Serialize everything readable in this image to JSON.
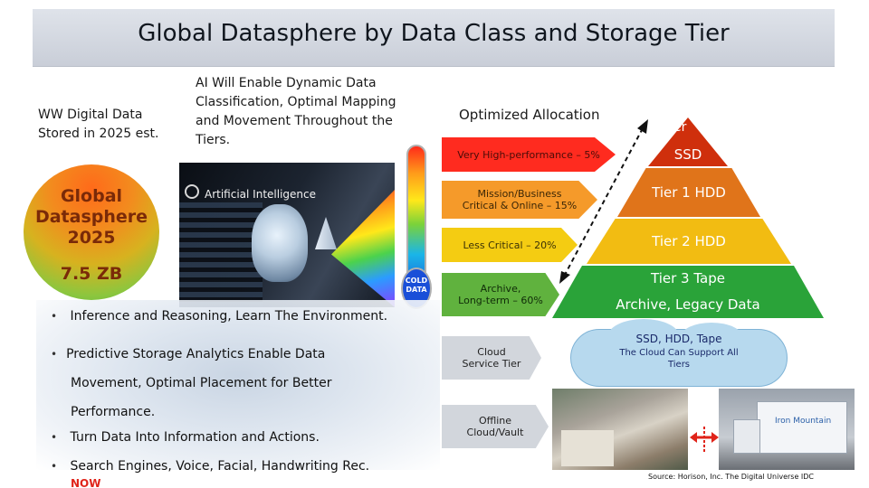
{
  "title": "Global Datasphere by Data Class and Storage Tier",
  "ww_label": [
    "WW Digital Data",
    "Stored in 2025 est."
  ],
  "ai_heading": [
    "AI Will Enable Dynamic Data",
    "Classification, Optimal Mapping",
    "and Movement Throughout the",
    "Tiers."
  ],
  "ai_image_label": "Artificial Intelligence",
  "cold_data_label": [
    "COLD",
    "DATA"
  ],
  "globe": {
    "lines": [
      "Global",
      "Datasphere",
      "2025"
    ],
    "value": "7.5 ZB"
  },
  "optimized_allocation": "Optimized Allocation",
  "bullets": [
    [
      "Inference and Reasoning, Learn The Environment."
    ],
    [
      "Predictive Storage Analytics Enable Data",
      "Movement, Optimal Placement for Better",
      "Performance."
    ],
    [
      "Turn Data Into Information and Actions."
    ],
    [
      "Search Engines, Voice, Facial, Handwriting Rec."
    ]
  ],
  "bottom_cut_label": "NOW",
  "arrows": [
    {
      "lines": [
        "Very High-performance – 5%"
      ],
      "color": "#ff2b1f"
    },
    {
      "lines": [
        "Mission/Business",
        "Critical & Online – 15%"
      ],
      "color": "#f59a2a"
    },
    {
      "lines": [
        "Less Critical – 20%"
      ],
      "color": "#f4cc12"
    },
    {
      "lines": [
        "Archive,",
        "Long-term – 60%"
      ],
      "color": "#60b23e"
    },
    {
      "lines": [
        "Cloud",
        "Service Tier"
      ],
      "color": "#d2d6dc"
    },
    {
      "lines": [
        "Offline",
        "Cloud/Vault"
      ],
      "color": "#d2d6dc"
    }
  ],
  "tiers": [
    {
      "lines": [
        "SSD"
      ],
      "partial_label": "er",
      "color": "#cf2f0c"
    },
    {
      "lines": [
        "Tier 1 HDD"
      ],
      "color": "#e0741a"
    },
    {
      "lines": [
        "Tier 2 HDD"
      ],
      "color": "#f2bc12"
    },
    {
      "lines": [
        "Tier 3 Tape",
        "Archive, Legacy Data"
      ],
      "color": "#2aa339"
    }
  ],
  "cloud": {
    "title": "SSD, HDD, Tape",
    "subtitle": [
      "The Cloud Can Support All",
      "Tiers"
    ]
  },
  "truck_logo": "Iron Mountain",
  "source": "Source: Horison, Inc. The Digital Universe IDC"
}
